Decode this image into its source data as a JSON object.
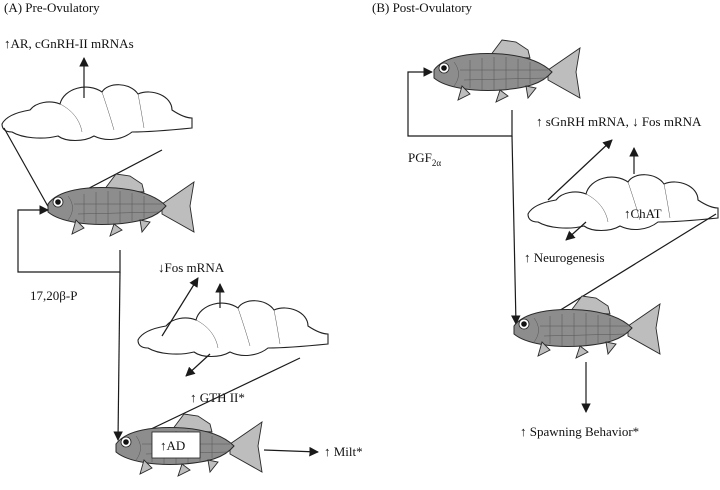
{
  "panels": {
    "pre": {
      "title": "(A) Pre-Ovulatory",
      "brain1_label": "↑AR, cGnRH-II mRNAs",
      "hormone_label": "17,20β-P",
      "brain2_label": "↓Fos mRNA",
      "gth_label": "↑ GTH II*",
      "ad_label": "↑AD",
      "milt_label": "↑ Milt*"
    },
    "post": {
      "title": "(B) Post-Ovulatory",
      "hormone_label": "PGF",
      "hormone_sub": "2α",
      "brain_label": "↑ sGnRH mRNA, ↓ Fos mRNA",
      "chat_label": "↑ChAT",
      "neuro_label": "↑ Neurogenesis",
      "spawn_label": "↑ Spawning Behavior*"
    }
  },
  "colors": {
    "line": "#1a1a1a",
    "fish_body": "#8d8d8d",
    "fish_fin": "#bdbdbd",
    "background": "#ffffff"
  }
}
